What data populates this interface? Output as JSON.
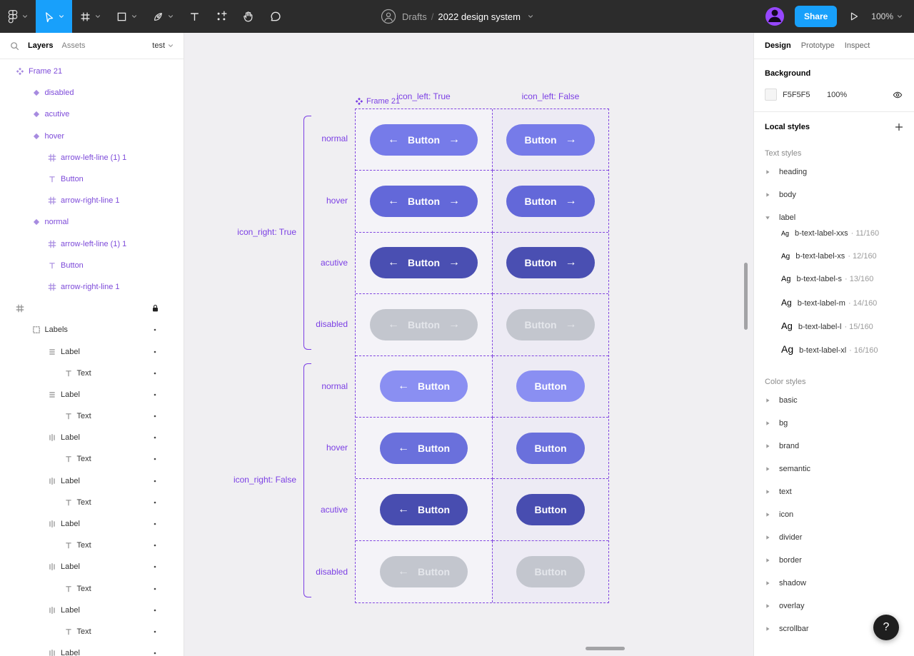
{
  "toolbar": {
    "tools": [
      {
        "id": "main-menu",
        "icon": "figma-logo",
        "chevron": true,
        "cls": ""
      },
      {
        "id": "move-tool",
        "icon": "cursor",
        "chevron": true,
        "cls": "active"
      },
      {
        "id": "frame-tool",
        "icon": "frame-tool",
        "chevron": true,
        "cls": ""
      },
      {
        "id": "shape-tool",
        "icon": "square",
        "chevron": true,
        "cls": ""
      },
      {
        "id": "pen-tool",
        "icon": "pen",
        "chevron": true,
        "cls": ""
      },
      {
        "id": "text-tool",
        "icon": "text-tool",
        "chevron": false,
        "cls": ""
      },
      {
        "id": "resources-tool",
        "icon": "widgets",
        "chevron": false,
        "cls": ""
      },
      {
        "id": "hand-tool",
        "icon": "hand",
        "chevron": false,
        "cls": ""
      },
      {
        "id": "comment-tool",
        "icon": "comment",
        "chevron": false,
        "cls": ""
      }
    ],
    "breadcrumb": {
      "folder": "Drafts",
      "separator": "/",
      "title": "2022 design system"
    },
    "share_label": "Share",
    "zoom_level": "100%"
  },
  "left_sidebar": {
    "tabs": [
      {
        "label": "Layers",
        "cls": "active"
      },
      {
        "label": "Assets",
        "cls": ""
      }
    ],
    "page_selector": "test",
    "rows": [
      {
        "name": "Frame 21",
        "icon": "component",
        "indent": 0,
        "tone": "purple",
        "trail": ""
      },
      {
        "name": "disabled",
        "icon": "diamond",
        "indent": 1,
        "tone": "purple",
        "trail": ""
      },
      {
        "name": "acutive",
        "icon": "diamond",
        "indent": 1,
        "tone": "purple",
        "trail": ""
      },
      {
        "name": "hover",
        "icon": "diamond",
        "indent": 1,
        "tone": "purple",
        "trail": ""
      },
      {
        "name": "arrow-left-line (1) 1",
        "icon": "frame",
        "indent": 2,
        "tone": "purple",
        "trail": ""
      },
      {
        "name": "Button",
        "icon": "text",
        "indent": 2,
        "tone": "purple",
        "trail": ""
      },
      {
        "name": "arrow-right-line 1",
        "icon": "frame",
        "indent": 2,
        "tone": "purple",
        "trail": ""
      },
      {
        "name": "normal",
        "icon": "diamond",
        "indent": 1,
        "tone": "purple",
        "trail": ""
      },
      {
        "name": "arrow-left-line (1) 1",
        "icon": "frame",
        "indent": 2,
        "tone": "purple",
        "trail": ""
      },
      {
        "name": "Button",
        "icon": "text",
        "indent": 2,
        "tone": "purple",
        "trail": ""
      },
      {
        "name": "arrow-right-line 1",
        "icon": "frame",
        "indent": 2,
        "tone": "purple",
        "trail": ""
      },
      {
        "name": "",
        "icon": "frame",
        "indent": 0,
        "tone": "dark",
        "trail": "lock"
      },
      {
        "name": "Labels",
        "icon": "group-dashed",
        "indent": 1,
        "tone": "dark",
        "trail": "dot"
      },
      {
        "name": "Label",
        "icon": "autolayout-v",
        "indent": 2,
        "tone": "dark",
        "trail": "dot"
      },
      {
        "name": "Text",
        "icon": "text",
        "indent": 3,
        "tone": "dark",
        "trail": "dot"
      },
      {
        "name": "Label",
        "icon": "autolayout-v",
        "indent": 2,
        "tone": "dark",
        "trail": "dot"
      },
      {
        "name": "Text",
        "icon": "text",
        "indent": 3,
        "tone": "dark",
        "trail": "dot"
      },
      {
        "name": "Label",
        "icon": "autolayout-h",
        "indent": 2,
        "tone": "dark",
        "trail": "dot"
      },
      {
        "name": "Text",
        "icon": "text",
        "indent": 3,
        "tone": "dark",
        "trail": "dot"
      },
      {
        "name": "Label",
        "icon": "autolayout-h",
        "indent": 2,
        "tone": "dark",
        "trail": "dot"
      },
      {
        "name": "Text",
        "icon": "text",
        "indent": 3,
        "tone": "dark",
        "trail": "dot"
      },
      {
        "name": "Label",
        "icon": "autolayout-h",
        "indent": 2,
        "tone": "dark",
        "trail": "dot"
      },
      {
        "name": "Text",
        "icon": "text",
        "indent": 3,
        "tone": "dark",
        "trail": "dot"
      },
      {
        "name": "Label",
        "icon": "autolayout-h",
        "indent": 2,
        "tone": "dark",
        "trail": "dot"
      },
      {
        "name": "Text",
        "icon": "text",
        "indent": 3,
        "tone": "dark",
        "trail": "dot"
      },
      {
        "name": "Label",
        "icon": "autolayout-h",
        "indent": 2,
        "tone": "dark",
        "trail": "dot"
      },
      {
        "name": "Text",
        "icon": "text",
        "indent": 3,
        "tone": "dark",
        "trail": "dot"
      },
      {
        "name": "Label",
        "icon": "autolayout-h",
        "indent": 2,
        "tone": "dark",
        "trail": "dot"
      }
    ]
  },
  "canvas": {
    "frame_label": "Frame 21",
    "col_headers": [
      "icon_left: True",
      "icon_left: False"
    ],
    "button_label": "Button",
    "arrows": {
      "left": "←",
      "right": "→"
    },
    "groups": [
      {
        "label": "icon_right: True",
        "cols": [
          {
            "left_arrow": true,
            "right_arrow": true
          },
          {
            "left_arrow": false,
            "right_arrow": true
          }
        ],
        "rows": [
          {
            "state": "normal",
            "fill": "#767BE9",
            "text_color": "#FFFFFF"
          },
          {
            "state": "hover",
            "fill": "#6368D9",
            "text_color": "#FFFFFF"
          },
          {
            "state": "acutive",
            "fill": "#4A4FB2",
            "text_color": "#FFFFFF"
          },
          {
            "state": "disabled",
            "fill": "#C3C6CE",
            "text_color": "#E4E6EB"
          }
        ]
      },
      {
        "label": "icon_right: False",
        "cols": [
          {
            "left_arrow": true,
            "right_arrow": false
          },
          {
            "left_arrow": false,
            "right_arrow": false
          }
        ],
        "rows": [
          {
            "state": "normal",
            "fill": "#8A8FF2",
            "text_color": "#FFFFFF"
          },
          {
            "state": "hover",
            "fill": "#6A70DC",
            "text_color": "#FFFFFF"
          },
          {
            "state": "acutive",
            "fill": "#484DB0",
            "text_color": "#FFFFFF"
          },
          {
            "state": "disabled",
            "fill": "#C3C6CE",
            "text_color": "#E4E6EB"
          }
        ]
      }
    ]
  },
  "right_sidebar": {
    "tabs": [
      {
        "label": "Design",
        "cls": "active"
      },
      {
        "label": "Prototype",
        "cls": ""
      },
      {
        "label": "Inspect",
        "cls": ""
      }
    ],
    "background": {
      "title": "Background",
      "hex": "F5F5F5",
      "swatch": "#F5F5F5",
      "opacity": "100%"
    },
    "local_styles_title": "Local styles",
    "text_styles": {
      "title": "Text styles",
      "groups": [
        {
          "name": "heading",
          "expanded": false,
          "items": []
        },
        {
          "name": "body",
          "expanded": false,
          "items": []
        },
        {
          "name": "label",
          "expanded": true,
          "items": [
            {
              "sample": "Ag",
              "name": "b-text-label-xxs",
              "meta": "· 11/160",
              "size": 11
            },
            {
              "sample": "Ag",
              "name": "b-text-label-xs",
              "meta": "· 12/160",
              "size": 12
            },
            {
              "sample": "Ag",
              "name": "b-text-label-s",
              "meta": "· 13/160",
              "size": 13
            },
            {
              "sample": "Ag",
              "name": "b-text-label-m",
              "meta": "· 14/160",
              "size": 14
            },
            {
              "sample": "Ag",
              "name": "b-text-label-l",
              "meta": "· 15/160",
              "size": 15
            },
            {
              "sample": "Ag",
              "name": "b-text-label-xl",
              "meta": "· 16/160",
              "size": 16
            }
          ]
        }
      ]
    },
    "color_styles": {
      "title": "Color styles",
      "items": [
        {
          "name": "basic"
        },
        {
          "name": "bg"
        },
        {
          "name": "brand"
        },
        {
          "name": "semantic"
        },
        {
          "name": "text"
        },
        {
          "name": "icon"
        },
        {
          "name": "divider"
        },
        {
          "name": "border"
        },
        {
          "name": "shadow"
        },
        {
          "name": "overlay"
        },
        {
          "name": "scrollbar"
        }
      ]
    },
    "help_label": "?"
  }
}
